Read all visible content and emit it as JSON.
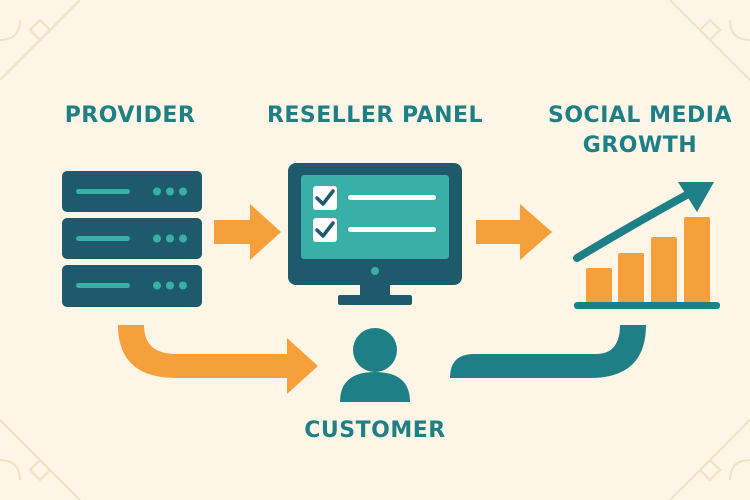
{
  "labels": {
    "provider": "PROVIDER",
    "reseller_panel": "RESELLER PANEL",
    "social_media_line1": "SOCIAL MEDIA",
    "social_media_line2": "GROWTH",
    "customer": "CUSTOMER"
  },
  "colors": {
    "background": "#fdf6e6",
    "teal_dark": "#1e5a6b",
    "teal": "#1f7f86",
    "teal_light": "#38b0a8",
    "orange": "#f5a03a",
    "navy": "#1d4a5e"
  },
  "icons": {
    "provider": "server-stack-icon",
    "reseller_panel": "monitor-checklist-icon",
    "social_media": "growth-bar-chart-icon",
    "customer": "user-icon"
  }
}
